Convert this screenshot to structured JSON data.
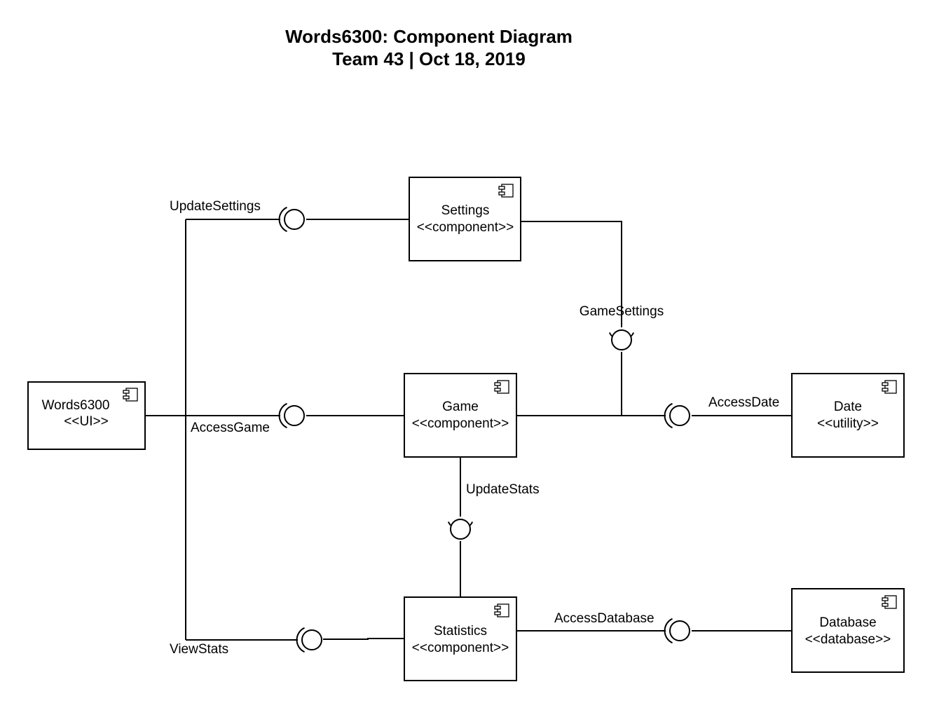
{
  "title": {
    "line1": "Words6300: Component Diagram",
    "line2": "Team 43 | Oct 18, 2019"
  },
  "components": {
    "ui": {
      "name": "Words6300",
      "stereotype": "<<UI>>"
    },
    "settings": {
      "name": "Settings",
      "stereotype": "<<component>>"
    },
    "game": {
      "name": "Game",
      "stereotype": "<<component>>"
    },
    "statistics": {
      "name": "Statistics",
      "stereotype": "<<component>>"
    },
    "date": {
      "name": "Date",
      "stereotype": "<<utility>>"
    },
    "database": {
      "name": "Database",
      "stereotype": "<<database>>"
    }
  },
  "interfaces": {
    "update_settings": "UpdateSettings",
    "access_game": "AccessGame",
    "view_stats": "ViewStats",
    "game_settings": "GameSettings",
    "access_date": "AccessDate",
    "update_stats": "UpdateStats",
    "access_database": "AccessDatabase"
  },
  "icons": {
    "component": "uml-component-icon"
  }
}
